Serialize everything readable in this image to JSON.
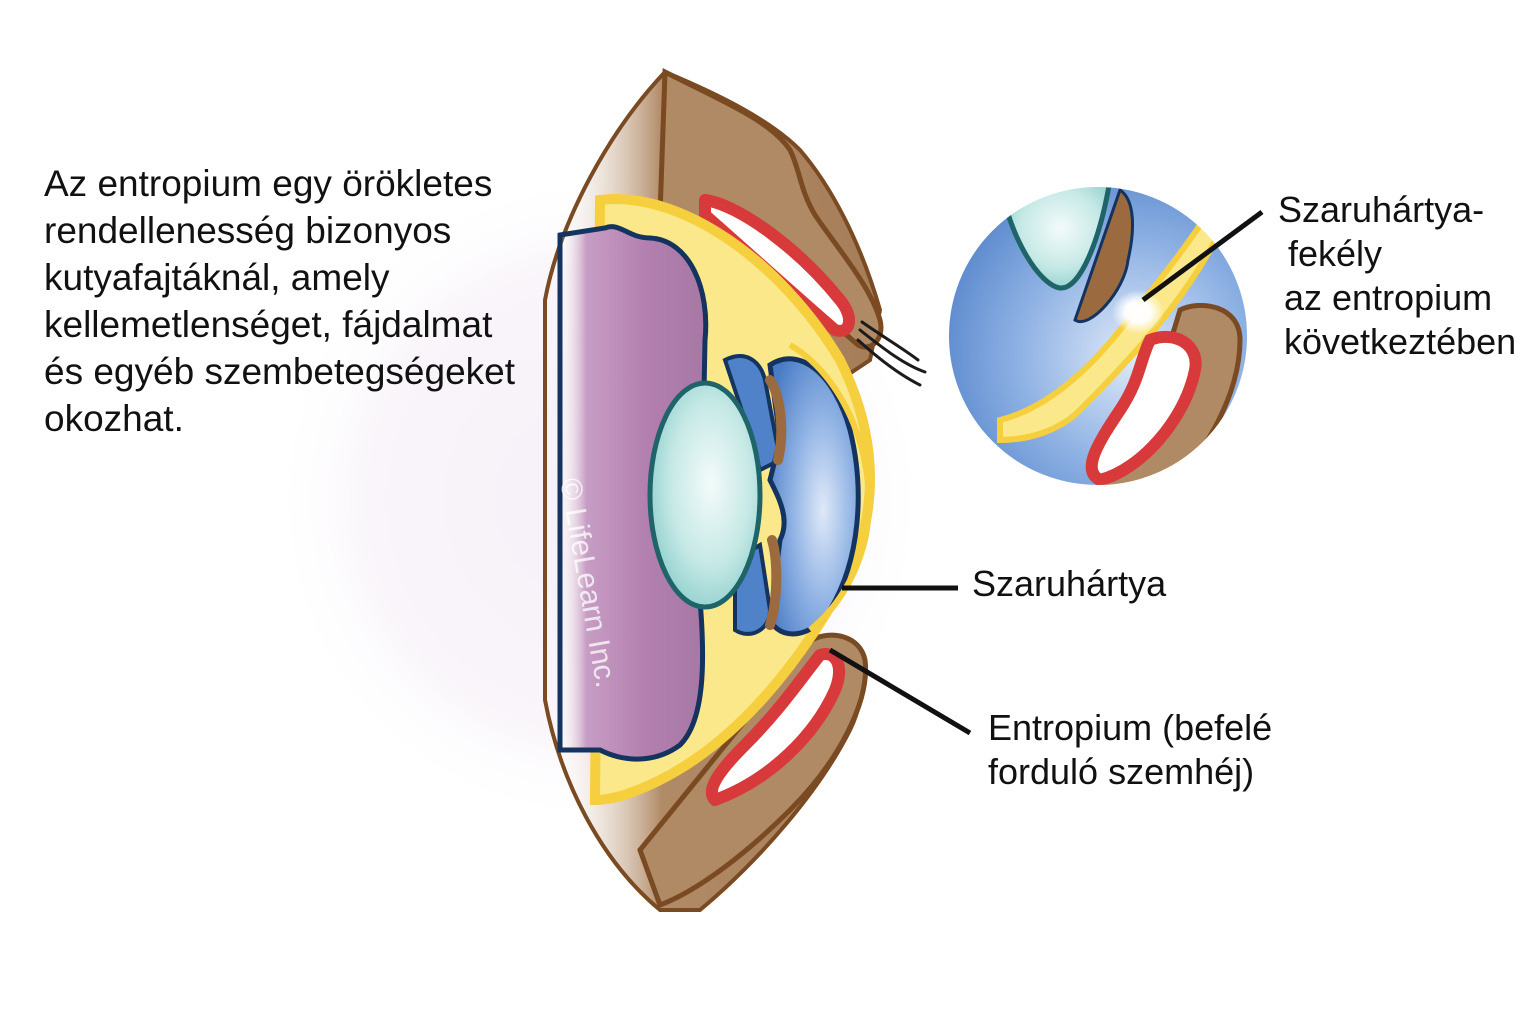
{
  "intro": {
    "lines": [
      "Az entropium egy örökletes",
      "rendellenesség bizonyos",
      "kutyafajtáknál, amely",
      "kellemetlenséget, fájdalmat",
      "és egyéb szembetegségeket",
      "okozhat."
    ]
  },
  "labels": {
    "ulcer": [
      "Szaruhártya-",
      "fekély",
      "az entropium",
      "következtében"
    ],
    "cornea": "Szaruhártya",
    "entropion": [
      "Entropium (befelé",
      "forduló szemhéj)"
    ]
  },
  "watermark": "© LifeLearn Inc.",
  "colors": {
    "eyelid_skin": "#a9815e",
    "eyelid_outline": "#7a4a22",
    "conjunctiva_red": "#d8393a",
    "sclera_yellow": "#fbe88a",
    "rim_yellow": "#f5cf3e",
    "vitreous_purple": "#b482b0",
    "outline_navy": "#14335f",
    "iris_blue": "#4f82c8",
    "lens_teal": "#b9e3e0",
    "lens_outline": "#1e6468"
  }
}
